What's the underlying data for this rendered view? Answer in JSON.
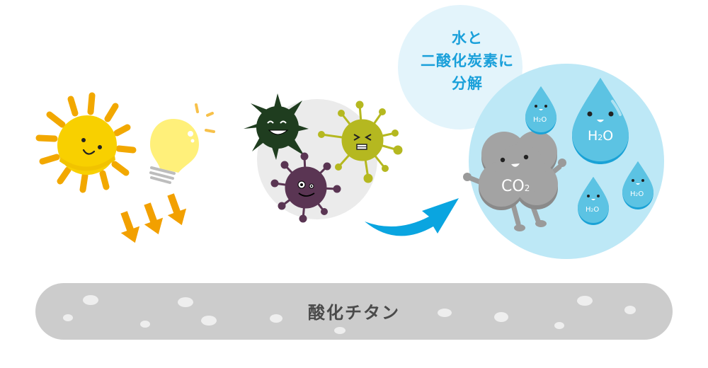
{
  "decomposition_bubble": {
    "lines": [
      "水と",
      "二酸化炭素に",
      "分解"
    ],
    "text_color": "#1aa0da",
    "bg_color": "#e3f4fb"
  },
  "base": {
    "label": "酸化チタン",
    "bg_color": "#cccccc",
    "text_color": "#4a4a4a"
  },
  "light_sources": {
    "sun": {
      "name": "sun",
      "color": "#f8d000",
      "ray_color": "#f2a800"
    },
    "bulb": {
      "name": "light-bulb",
      "color": "#fff07a"
    },
    "arrows": {
      "count": 3,
      "color": "#f2a000"
    }
  },
  "germs": [
    {
      "name": "dark-green-germ",
      "color": "#1f3d1f",
      "expression": "smiling"
    },
    {
      "name": "yellow-green-germ",
      "color": "#b5b820",
      "expression": "grimacing"
    },
    {
      "name": "purple-germ",
      "color": "#5a3553",
      "expression": "dizzy-smile"
    }
  ],
  "transition_arrow": {
    "color": "#0aa5e0"
  },
  "products": {
    "circle_color": "#bde8f6",
    "co2": {
      "label_main": "CO",
      "label_sub": "2",
      "color": "#9a9a9a"
    },
    "water_drops": [
      {
        "label_main": "H",
        "label_sub": "2",
        "label_end": "O",
        "size": "large"
      },
      {
        "label_main": "H",
        "label_sub": "2",
        "label_end": "O",
        "size": "small"
      },
      {
        "label_main": "H",
        "label_sub": "2",
        "label_end": "O",
        "size": "small"
      },
      {
        "label_main": "H",
        "label_sub": "2",
        "label_end": "O",
        "size": "small"
      }
    ],
    "drop_color": "#5cc3e3"
  }
}
